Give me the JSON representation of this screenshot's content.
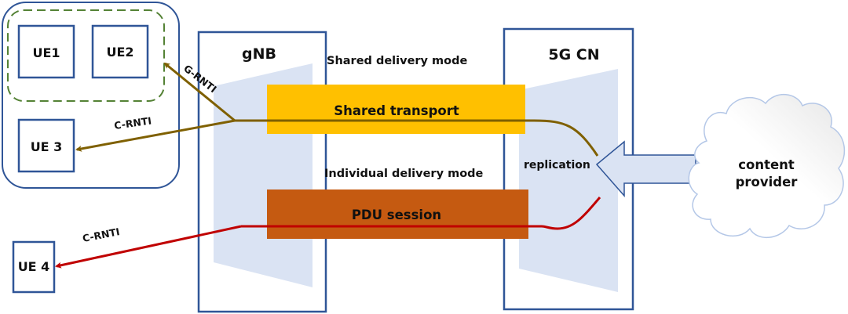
{
  "ue_group": {
    "ue1": "UE1",
    "ue2": "UE2",
    "ue3": "UE 3"
  },
  "ue4": "UE 4",
  "gnb": {
    "title": "gNB"
  },
  "core": {
    "title": "5G CN",
    "replication_label": "replication"
  },
  "modes": {
    "shared": {
      "title": "Shared delivery mode",
      "bar_label": "Shared transport",
      "color": "#FFC000"
    },
    "individual": {
      "title": "Individual delivery mode",
      "bar_label": "PDU session",
      "color": "#C55A11"
    }
  },
  "links": {
    "g_rnti": "G-RNTI",
    "c_rnti_shared": "C-RNTI",
    "c_rnti_individual": "C-RNTI",
    "shared_line_color": "#7F6000",
    "individual_line_color": "#C00000"
  },
  "content_provider": {
    "line1": "content",
    "line2": "provider"
  },
  "colors": {
    "box_border": "#2F5597",
    "group_dash": "#548235",
    "trapezoid_fill": "#DAE3F3"
  }
}
